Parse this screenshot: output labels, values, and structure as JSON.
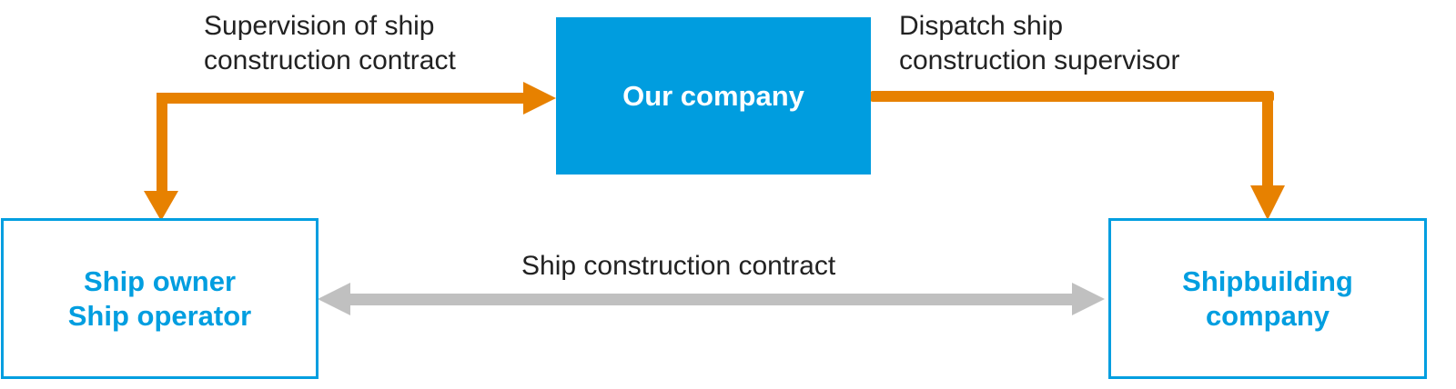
{
  "nodes": {
    "our_company": "Our company",
    "ship_owner": [
      "Ship owner",
      "Ship operator"
    ],
    "shipbuilder": [
      "Shipbuilding",
      "company"
    ]
  },
  "edges": {
    "supervision": [
      "Supervision of ship",
      "construction contract"
    ],
    "dispatch": [
      "Dispatch ship",
      "construction supervisor"
    ],
    "contract": "Ship construction contract"
  },
  "colors": {
    "blue": "#009ee0",
    "orange": "#e78100",
    "gray": "#c0c0c0"
  }
}
